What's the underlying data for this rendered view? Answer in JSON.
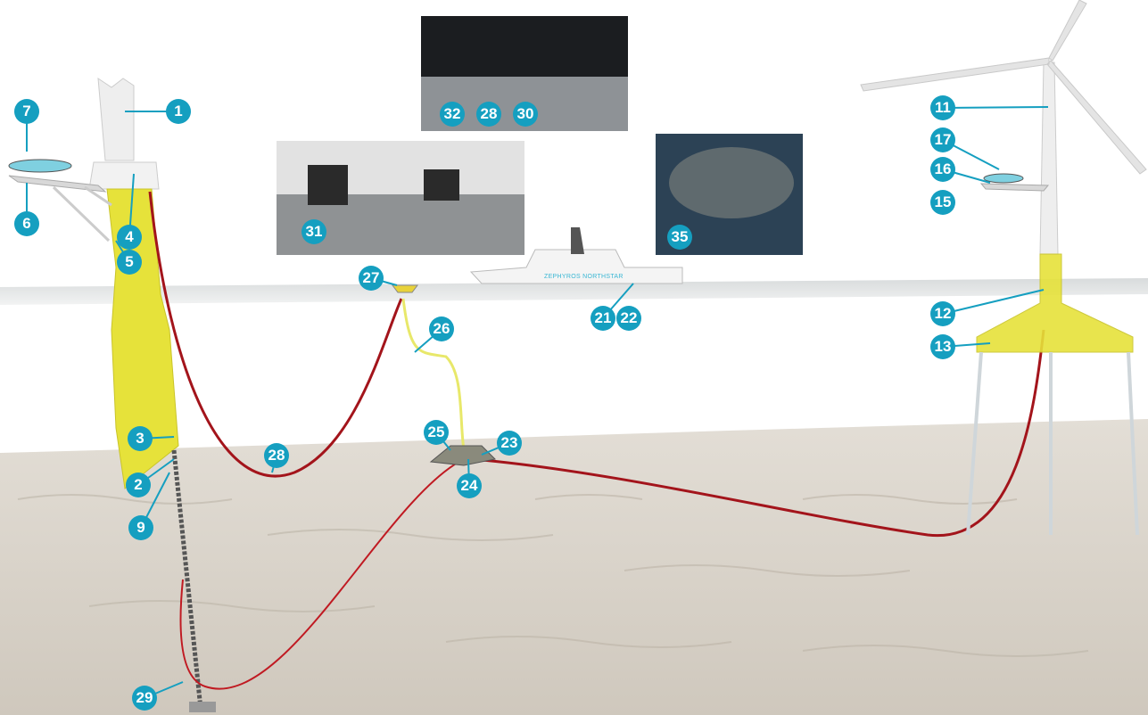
{
  "callouts": [
    "1",
    "7",
    "4",
    "5",
    "6",
    "3",
    "2",
    "9",
    "28",
    "29",
    "27",
    "26",
    "25",
    "23",
    "24",
    "21",
    "22",
    "32",
    "28",
    "30",
    "31",
    "35",
    "11",
    "17",
    "16",
    "15",
    "12",
    "13"
  ],
  "ship": {
    "name": "ZEPHYROS NORTHSTAR"
  },
  "colors": {
    "callout": "#159fc0",
    "spar": "#e6e23a",
    "cable_red": "#a3141b",
    "umbilical_yellow": "#e8e86a",
    "seabed": "#d9d4cc"
  }
}
